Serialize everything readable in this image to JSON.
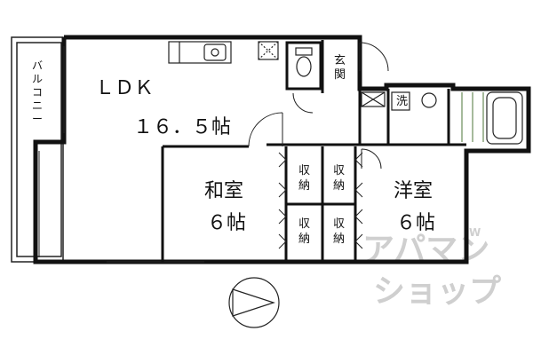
{
  "rooms": {
    "ldk_name": "ＬＤＫ",
    "ldk_size": "１６．５帖",
    "washitsu_name": "和室",
    "washitsu_size": "６帖",
    "youshitsu_name": "洋室",
    "youshitsu_size": "６帖",
    "entrance_1": "玄",
    "entrance_2": "関",
    "balcony_1": "バ",
    "balcony_2": "ル",
    "balcony_3": "コ",
    "balcony_4": "ニ",
    "balcony_5": "ー",
    "wash_label": "洗"
  },
  "closets": {
    "top_left_1": "収",
    "top_left_2": "納",
    "top_right_1": "収",
    "top_right_2": "納",
    "bottom_left_1": "収",
    "bottom_left_2": "納",
    "bottom_right_1": "収",
    "bottom_right_2": "納"
  },
  "watermark": {
    "line1": "アパマン",
    "line2": "ショップ",
    "small": "W"
  },
  "colors": {
    "wall": "#111111",
    "line": "#222222",
    "watermark": "#cfcfcf",
    "fixture": "#6a8c5a"
  }
}
